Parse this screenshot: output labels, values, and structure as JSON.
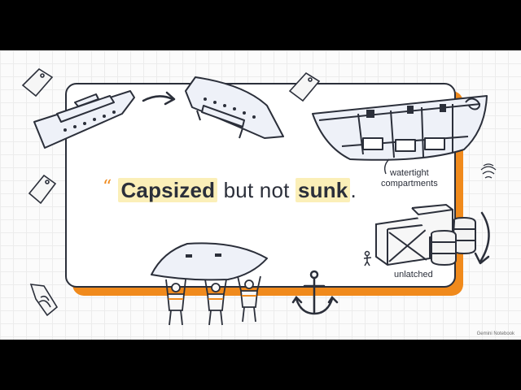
{
  "quote": {
    "mark": "“",
    "word1": "Capsized",
    "middle": " but not ",
    "word2": "sunk",
    "end": "."
  },
  "labels": {
    "compartments": "watertight\ncompartments",
    "unlatched": "unlatched"
  },
  "brand": "Gemini Notebook",
  "colors": {
    "accent": "#f08a1c",
    "highlight": "#fbefb8",
    "ink": "#2b2f3a",
    "background": "#000000"
  }
}
